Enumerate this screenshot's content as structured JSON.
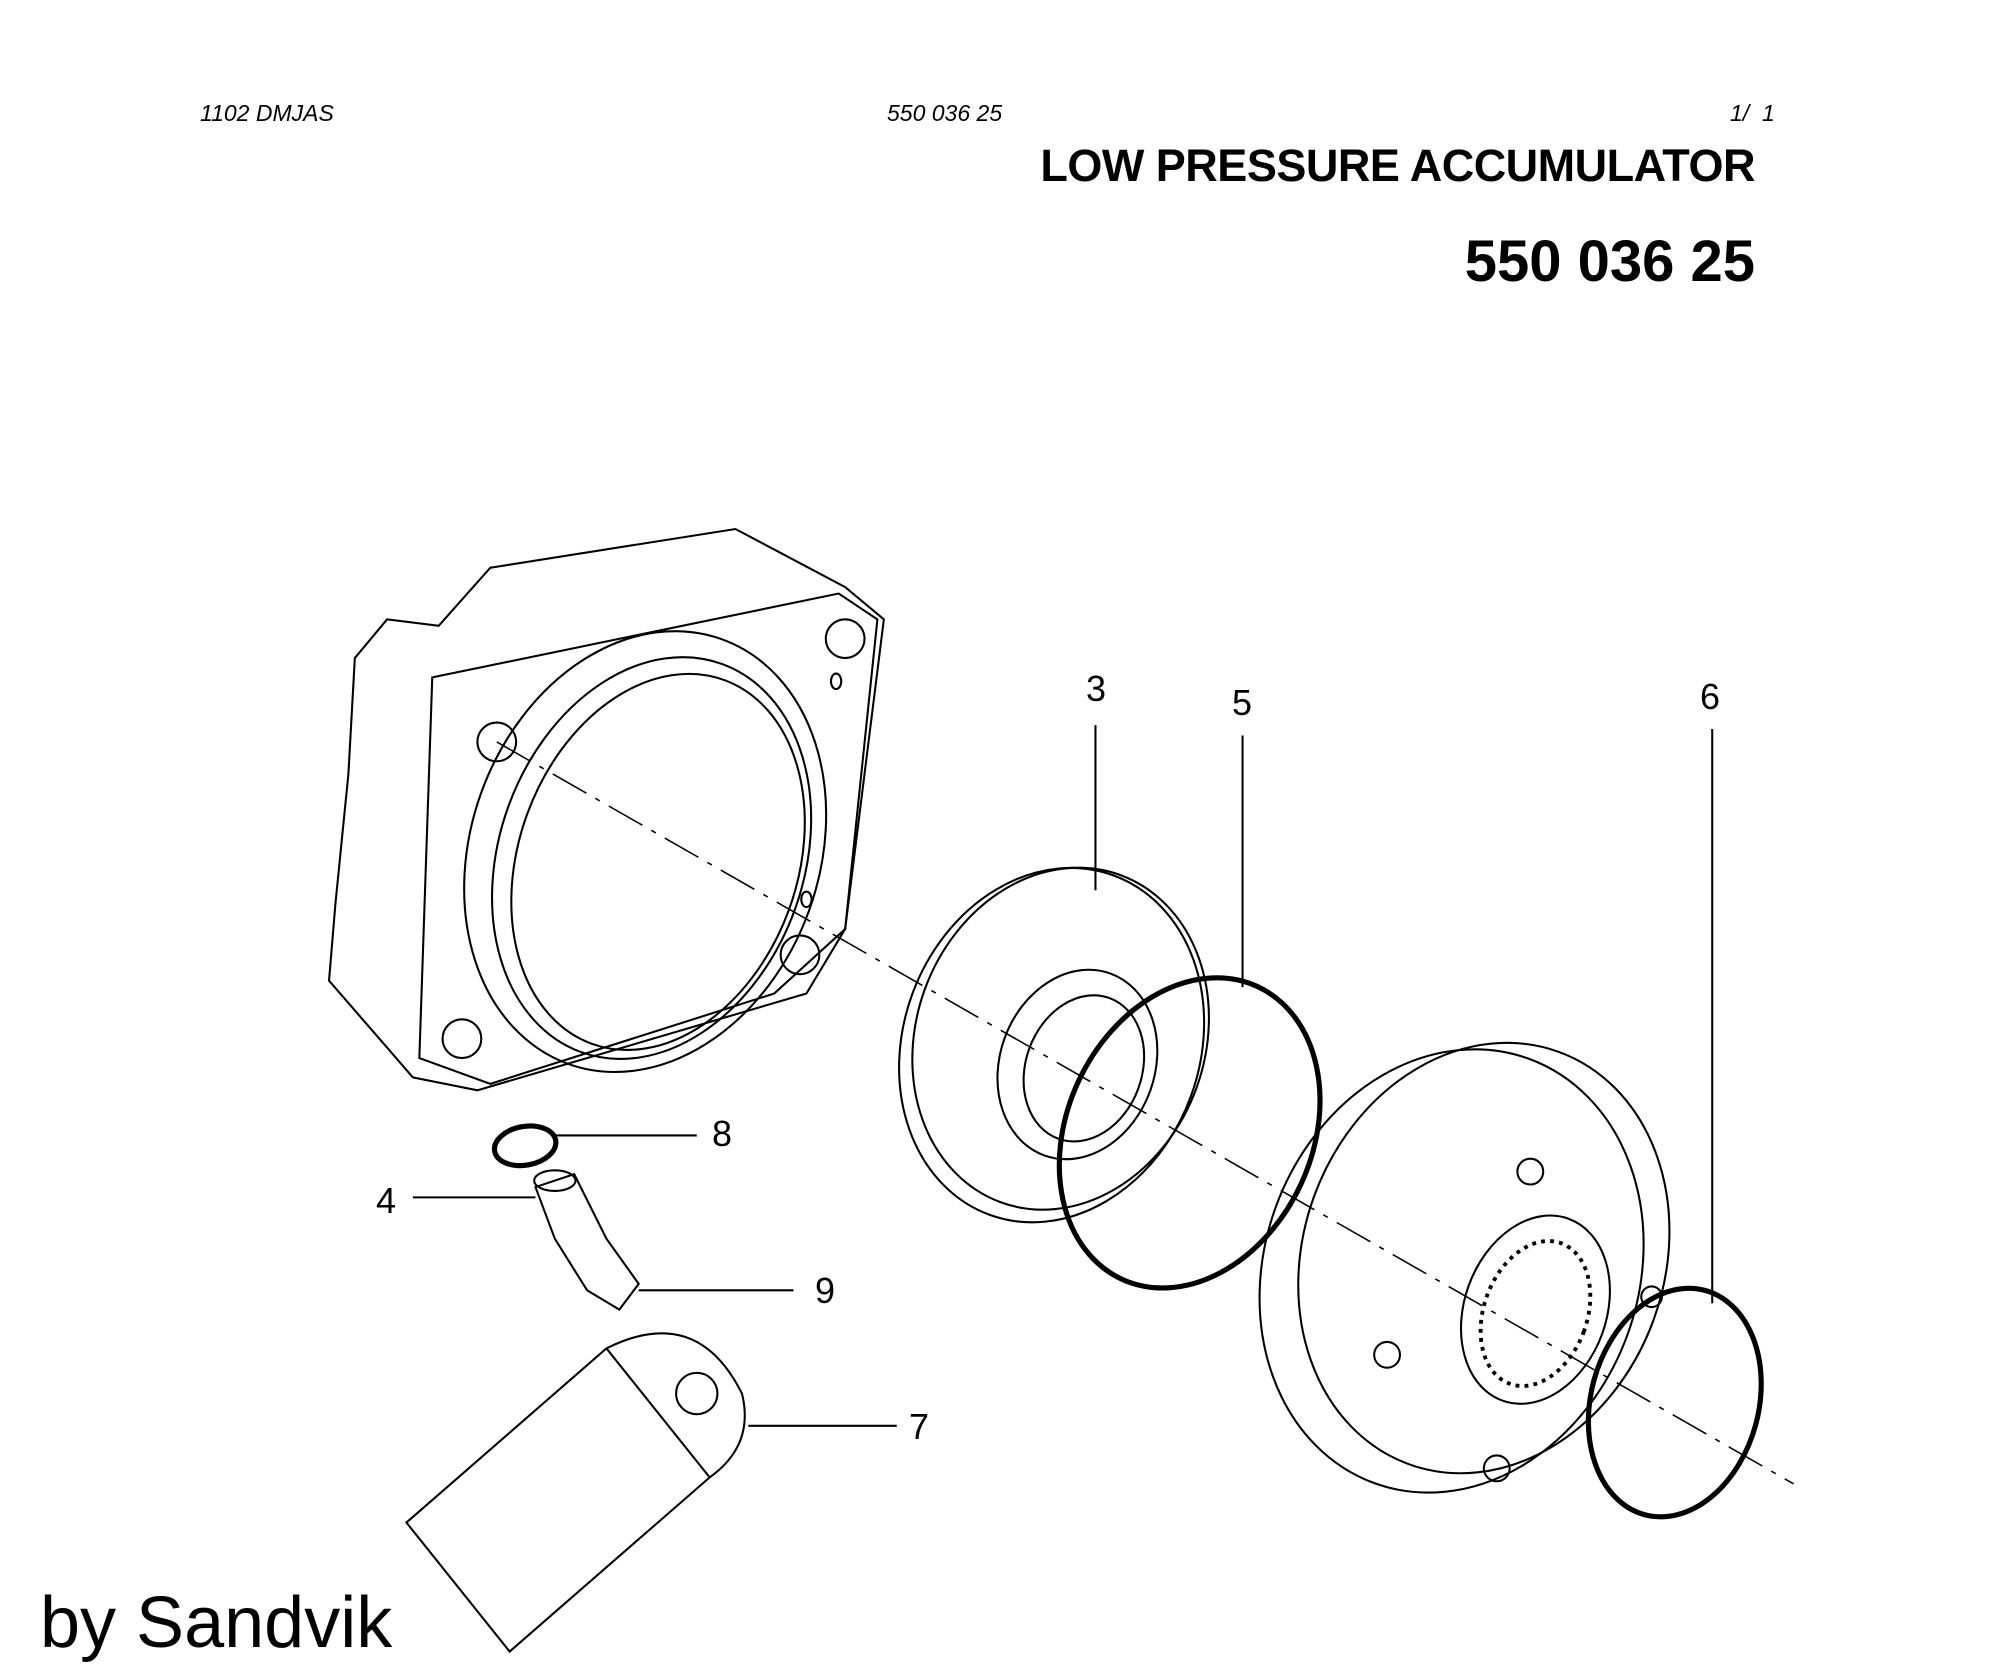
{
  "header": {
    "left_code": "1102 DMJAS",
    "center_code": "550 036 25",
    "page": "1/  1"
  },
  "title": "LOW PRESSURE ACCUMULATOR",
  "part_number": "550 036 25",
  "callouts": {
    "c3": "3",
    "c5": "5",
    "c6": "6",
    "c8": "8",
    "c4": "4",
    "c9": "9",
    "c7": "7"
  },
  "watermark": "by Sandvik"
}
